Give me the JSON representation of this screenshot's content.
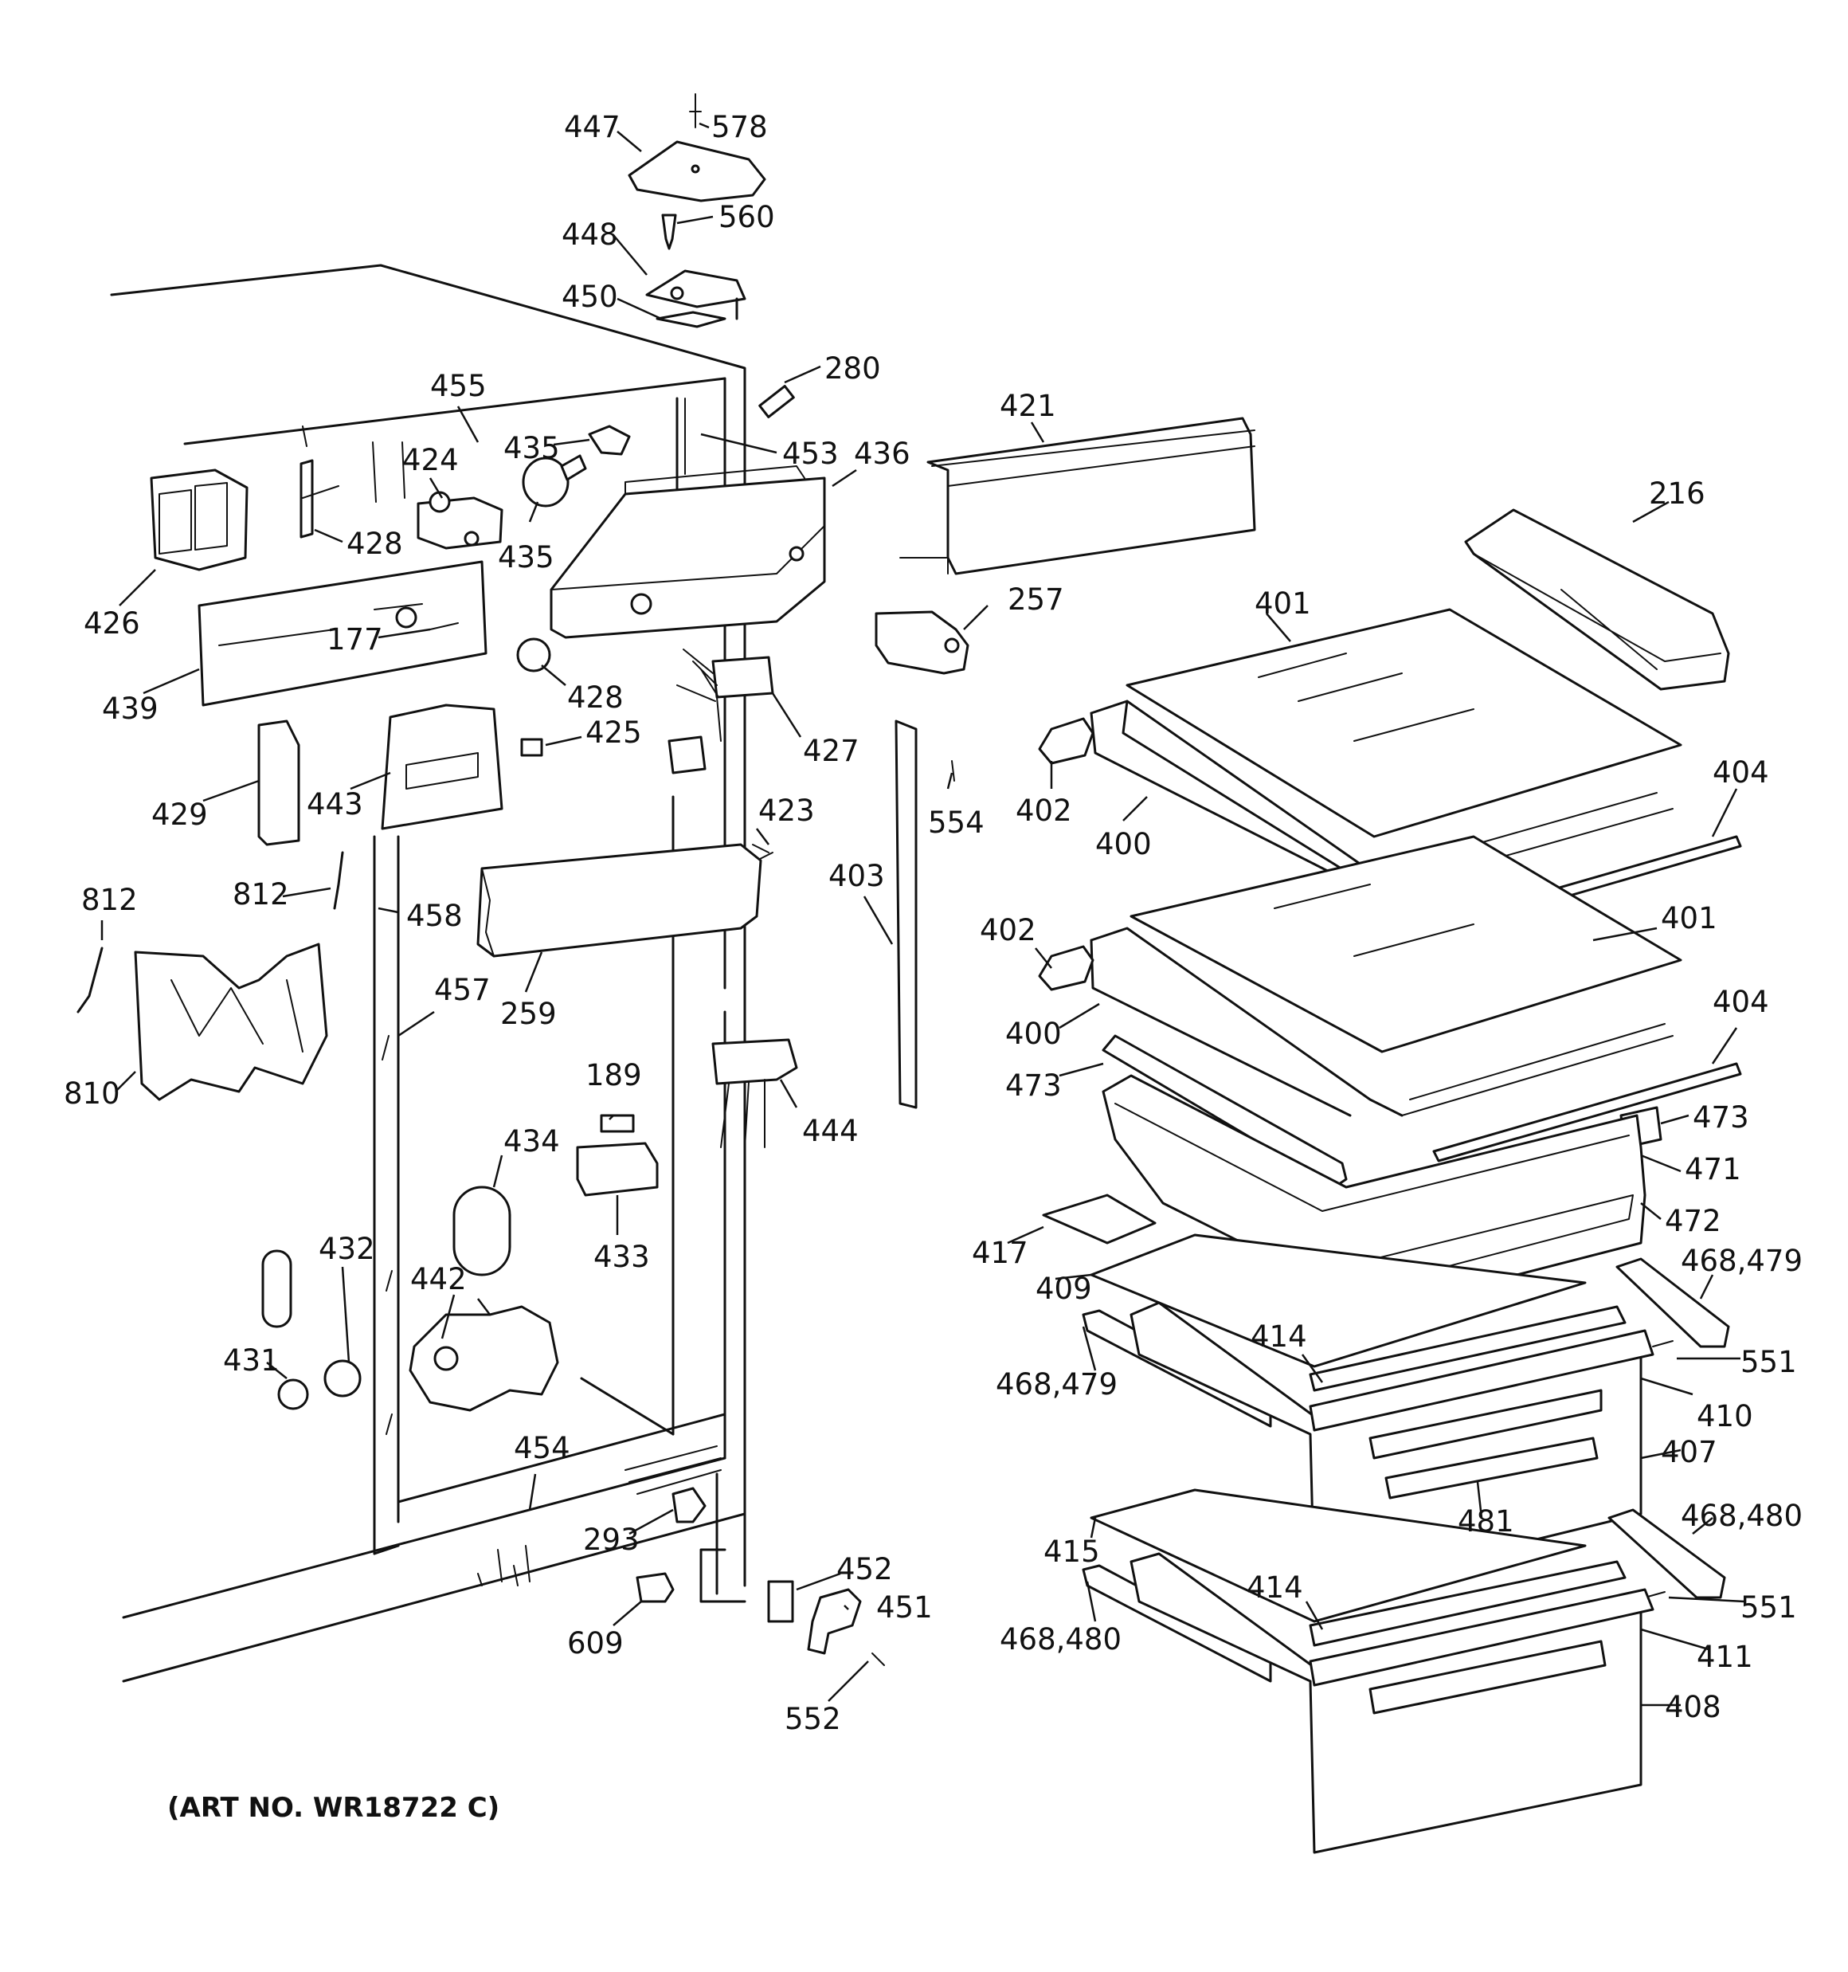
{
  "art_number": "(ART NO. WR18722 C)",
  "callouts": [
    {
      "id": "c578",
      "text": "578"
    },
    {
      "id": "c447",
      "text": "447"
    },
    {
      "id": "c448",
      "text": "448"
    },
    {
      "id": "c560",
      "text": "560"
    },
    {
      "id": "c450",
      "text": "450"
    },
    {
      "id": "c280",
      "text": "280"
    },
    {
      "id": "c455",
      "text": "455"
    },
    {
      "id": "c421",
      "text": "421"
    },
    {
      "id": "c435a",
      "text": "435"
    },
    {
      "id": "c424",
      "text": "424"
    },
    {
      "id": "c453",
      "text": "453"
    },
    {
      "id": "c436",
      "text": "436"
    },
    {
      "id": "c216",
      "text": "216"
    },
    {
      "id": "c428a",
      "text": "428"
    },
    {
      "id": "c435b",
      "text": "435"
    },
    {
      "id": "c426",
      "text": "426"
    },
    {
      "id": "c257",
      "text": "257"
    },
    {
      "id": "c401a",
      "text": "401"
    },
    {
      "id": "c177",
      "text": "177"
    },
    {
      "id": "c439",
      "text": "439"
    },
    {
      "id": "c428b",
      "text": "428"
    },
    {
      "id": "c425",
      "text": "425"
    },
    {
      "id": "c427",
      "text": "427"
    },
    {
      "id": "c429",
      "text": "429"
    },
    {
      "id": "c443",
      "text": "443"
    },
    {
      "id": "c554",
      "text": "554"
    },
    {
      "id": "c402a",
      "text": "402"
    },
    {
      "id": "c404a",
      "text": "404"
    },
    {
      "id": "c423",
      "text": "423"
    },
    {
      "id": "c400a",
      "text": "400"
    },
    {
      "id": "c403",
      "text": "403"
    },
    {
      "id": "c812a",
      "text": "812"
    },
    {
      "id": "c812b",
      "text": "812"
    },
    {
      "id": "c458",
      "text": "458"
    },
    {
      "id": "c402b",
      "text": "402"
    },
    {
      "id": "c401b",
      "text": "401"
    },
    {
      "id": "c457",
      "text": "457"
    },
    {
      "id": "c259",
      "text": "259"
    },
    {
      "id": "c404b",
      "text": "404"
    },
    {
      "id": "c400b",
      "text": "400"
    },
    {
      "id": "c189",
      "text": "189"
    },
    {
      "id": "c473a",
      "text": "473"
    },
    {
      "id": "c810",
      "text": "810"
    },
    {
      "id": "c444",
      "text": "444"
    },
    {
      "id": "c473b",
      "text": "473"
    },
    {
      "id": "c434",
      "text": "434"
    },
    {
      "id": "c471",
      "text": "471"
    },
    {
      "id": "c472",
      "text": "472"
    },
    {
      "id": "c433",
      "text": "433"
    },
    {
      "id": "c432",
      "text": "432"
    },
    {
      "id": "c417",
      "text": "417"
    },
    {
      "id": "c468_479a",
      "text": "468,479"
    },
    {
      "id": "c409",
      "text": "409"
    },
    {
      "id": "c442",
      "text": "442"
    },
    {
      "id": "c414a",
      "text": "414"
    },
    {
      "id": "c551a",
      "text": "551"
    },
    {
      "id": "c431",
      "text": "431"
    },
    {
      "id": "c468_479b",
      "text": "468,479"
    },
    {
      "id": "c410",
      "text": "410"
    },
    {
      "id": "c454",
      "text": "454"
    },
    {
      "id": "c407",
      "text": "407"
    },
    {
      "id": "c481",
      "text": "481"
    },
    {
      "id": "c293",
      "text": "293"
    },
    {
      "id": "c468_480a",
      "text": "468,480"
    },
    {
      "id": "c415",
      "text": "415"
    },
    {
      "id": "c452",
      "text": "452"
    },
    {
      "id": "c414b",
      "text": "414"
    },
    {
      "id": "c451",
      "text": "451"
    },
    {
      "id": "c551b",
      "text": "551"
    },
    {
      "id": "c609",
      "text": "609"
    },
    {
      "id": "c468_480b",
      "text": "468,480"
    },
    {
      "id": "c411",
      "text": "411"
    },
    {
      "id": "c552",
      "text": "552"
    },
    {
      "id": "c408",
      "text": "408"
    }
  ]
}
